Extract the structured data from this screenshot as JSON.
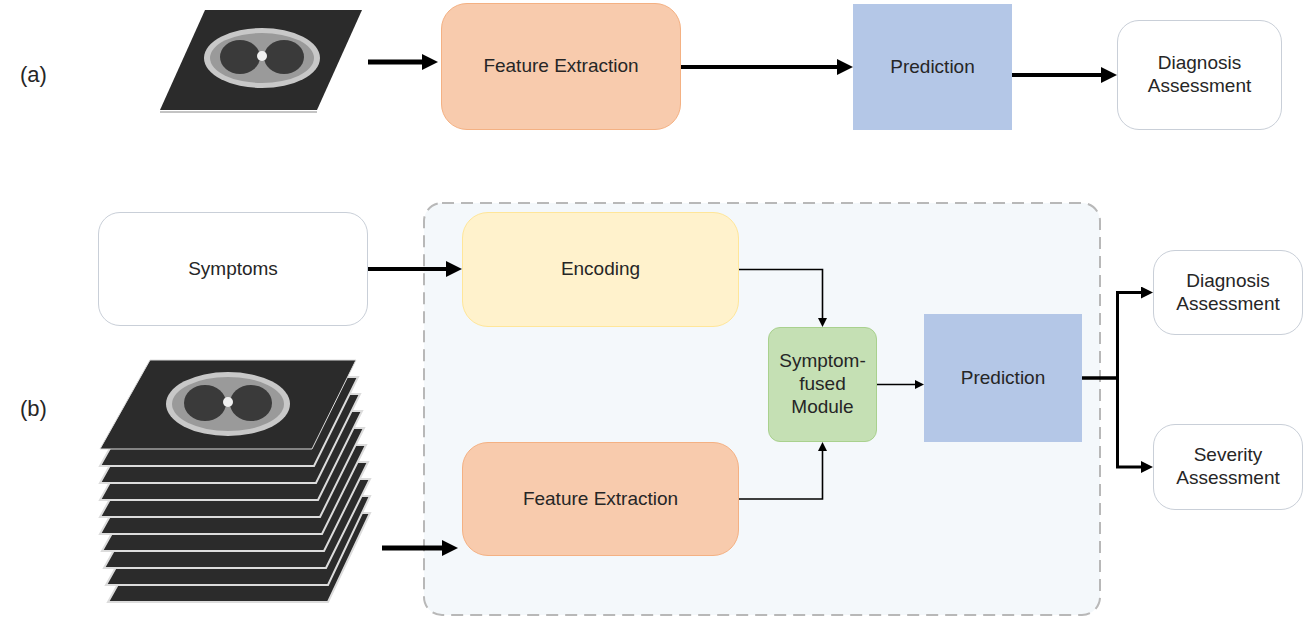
{
  "diagram": {
    "nodes": [
      {
        "text": [
          "Feature Extraction"
        ]
      },
      {
        "text": [
          "Prediction"
        ]
      },
      {
        "text": [
          "Diagnosis Assessment"
        ]
      },
      {
        "text": [
          "Symptoms"
        ]
      },
      {
        "text": [
          "Encoding"
        ]
      },
      {
        "text": [
          "Symptom-fused Module"
        ]
      },
      {
        "text": [
          "Prediction"
        ]
      },
      {
        "text": [
          "Diagnosis Assessment"
        ]
      },
      {
        "text": [
          "Severity Assessment"
        ]
      },
      {
        "text": [
          "Feature Extraction"
        ]
      }
    ],
    "edges": [
      {
        "from": 0,
        "to": 1,
        "arrow": "to"
      },
      {
        "from": 1,
        "to": 2,
        "arrow": "to"
      },
      {
        "from": 3,
        "to": 4,
        "arrow": "to"
      },
      {
        "from": 4,
        "to": 5,
        "arrow": "to"
      },
      {
        "from": 9,
        "to": 5,
        "arrow": "to"
      },
      {
        "from": 5,
        "to": 6,
        "arrow": "to"
      },
      {
        "from": 6,
        "to": 7,
        "arrow": "to"
      },
      {
        "from": 6,
        "to": 8,
        "arrow": "to"
      }
    ],
    "labels": [
      "(a)",
      "(b)"
    ]
  }
}
